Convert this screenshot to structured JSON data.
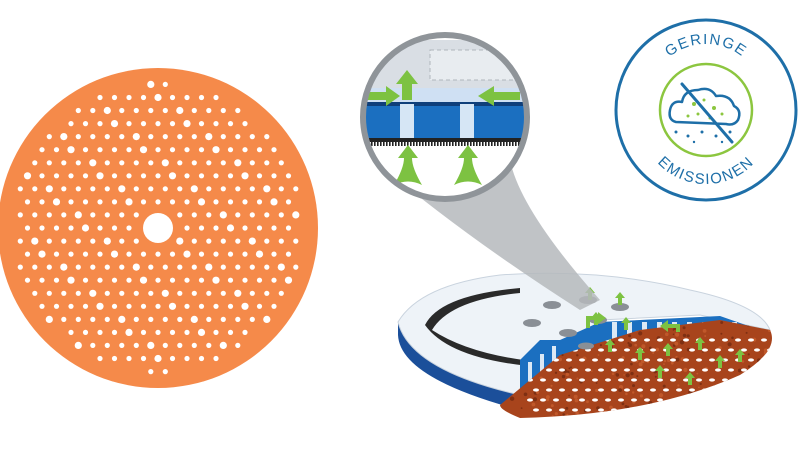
{
  "badge": {
    "top_text": "GERINGE",
    "bottom_text": "EMISSIONEN",
    "icon": "no-dust-cloud-icon"
  },
  "colors": {
    "disc_orange": "#f58a4a",
    "badge_blue": "#1e6fa8",
    "badge_green": "#8cc63f",
    "arrow_green": "#7dc242",
    "pad_blue": "#1b6fc0",
    "abrasive_brown": "#a8441c"
  },
  "illustration": {
    "flat_disc": "multi-hole-sanding-disc",
    "cutaway": "sanding-pad-cross-section",
    "magnifier": "zoom-lens-airflow-detail"
  }
}
